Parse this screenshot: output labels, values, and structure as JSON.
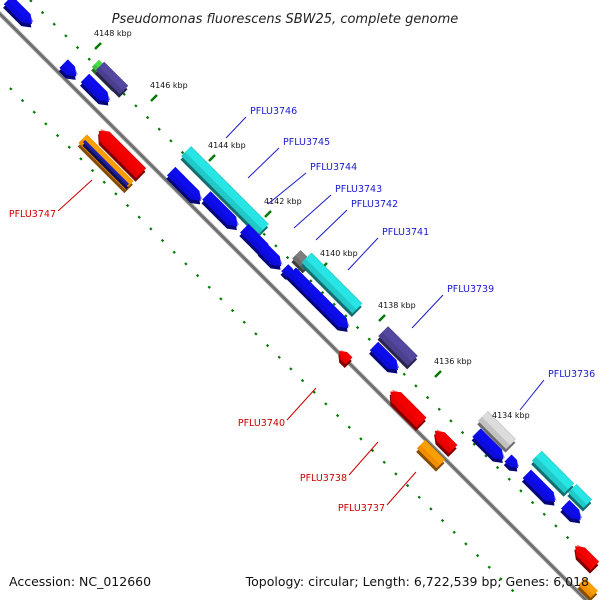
{
  "title": "Pseudomonas fluorescens SBW25, complete genome",
  "accession": "Accession: NC_012660",
  "topology": "Topology: circular; Length: 6,722,539 bp; Genes: 6,018",
  "ticks": [
    "4148 kbp",
    "4146 kbp",
    "4144 kbp",
    "4142 kbp",
    "4140 kbp",
    "4138 kbp",
    "4136 kbp",
    "4134 kbp"
  ],
  "genes_forward": [
    "PFLU3746",
    "PFLU3745",
    "PFLU3744",
    "PFLU3743",
    "PFLU3742",
    "PFLU3741",
    "PFLU3739",
    "PFLU3736"
  ],
  "genes_reverse": [
    "PFLU3747",
    "PFLU3740",
    "PFLU3738",
    "PFLU3737"
  ],
  "colors": {
    "backbone": "#8a8a8a",
    "tick": "#007a00",
    "forward_label": "#1a1acc",
    "reverse_label": "#cc0000",
    "cds_blue": "#0b0bdc",
    "cds_cyan": "#22c9c9",
    "cds_navy": "#4a3f8c",
    "cds_green": "#3ec43e",
    "cds_gray": "#6f6f6f",
    "cds_silver": "#c2c2c2",
    "cds_red": "#e60000",
    "cds_orange": "#f28c00"
  }
}
